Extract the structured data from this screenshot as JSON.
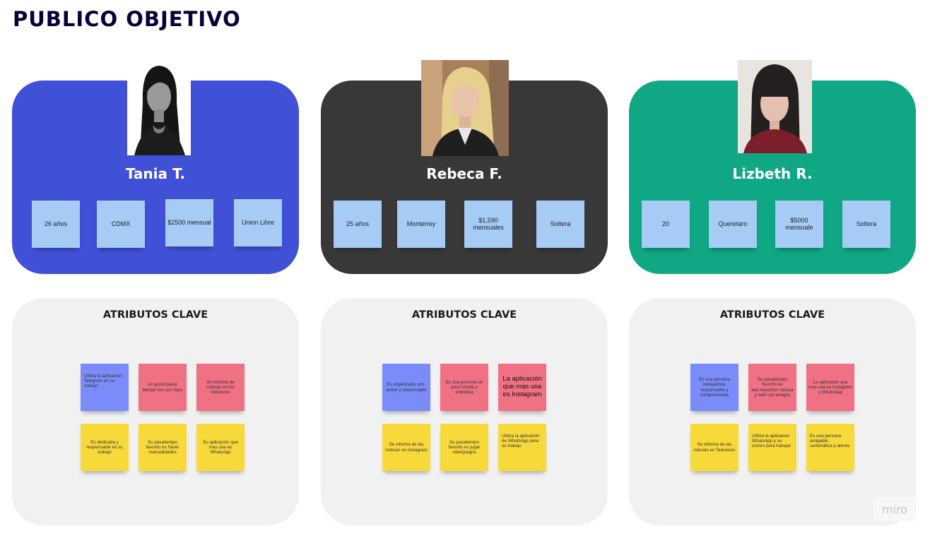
{
  "board": {
    "title": "PUBLICO OBJETIVO",
    "watermark": "miro"
  },
  "colors": {
    "persona_blue": "#4051d8",
    "persona_dark": "#383838",
    "persona_green": "#10a784",
    "sticky_light_blue": "#a6ccf5",
    "sticky_violet": "#7b8cfa",
    "sticky_pink": "#f07084",
    "sticky_yellow": "#f8d93a"
  },
  "personas": [
    {
      "name": "Tania T.",
      "color": "#4051d8",
      "info": [
        "26 años",
        "CDMX",
        "$2500 mensual",
        "Union Libre"
      ],
      "attributes_title": "ATRIBUTOS CLAVE",
      "attributes": [
        "Utiliza la aplicación Telegram en su trabajo",
        "Le gusta pasar tiempo con sus hijos",
        "Se informa de noticias en los noticieros",
        "Es dedicada y responsable en su trabajo",
        "Su pasatiempo favorito es hacer manualidades",
        "Su aplicación que mas usa es WhatsApp"
      ]
    },
    {
      "name": "Rebeca F.",
      "color": "#383838",
      "info": [
        "25 años",
        "Monterrey",
        "$1,590 mensuales",
        "Soltera"
      ],
      "attributes_title": "ATRIBUTOS CLAVE",
      "attributes": [
        "Es organizada, pro-active y responsable",
        "Es una persona un poco tímida y empática",
        "La aplicación que mas usa es Instagram",
        "Se informa de las noticias en Instagram",
        "Su pasatiempo favorito es jugar videojuegos",
        "Utiliza la aplicación de WhatsApp para su trabajo"
      ]
    },
    {
      "name": "Lizbeth R.",
      "color": "#10a784",
      "info": [
        "20",
        "Queretaro",
        "$5000 mensuale",
        "Soltera"
      ],
      "attributes_title": "ATRIBUTOS CLAVE",
      "attributes": [
        "Es una persona trabajadora, responsable y comprometida",
        "Su pasatiempo favorito es leer,escuchar música y salir con amigos",
        "La aplicacion que mas usa es Instagram y WhatsApp",
        "Se informa de las noticias en Television",
        "Utiliza la aplicacion WhatsApp y su correo para trabajar",
        "Es una persona amigable, carismática y atenta"
      ]
    }
  ]
}
